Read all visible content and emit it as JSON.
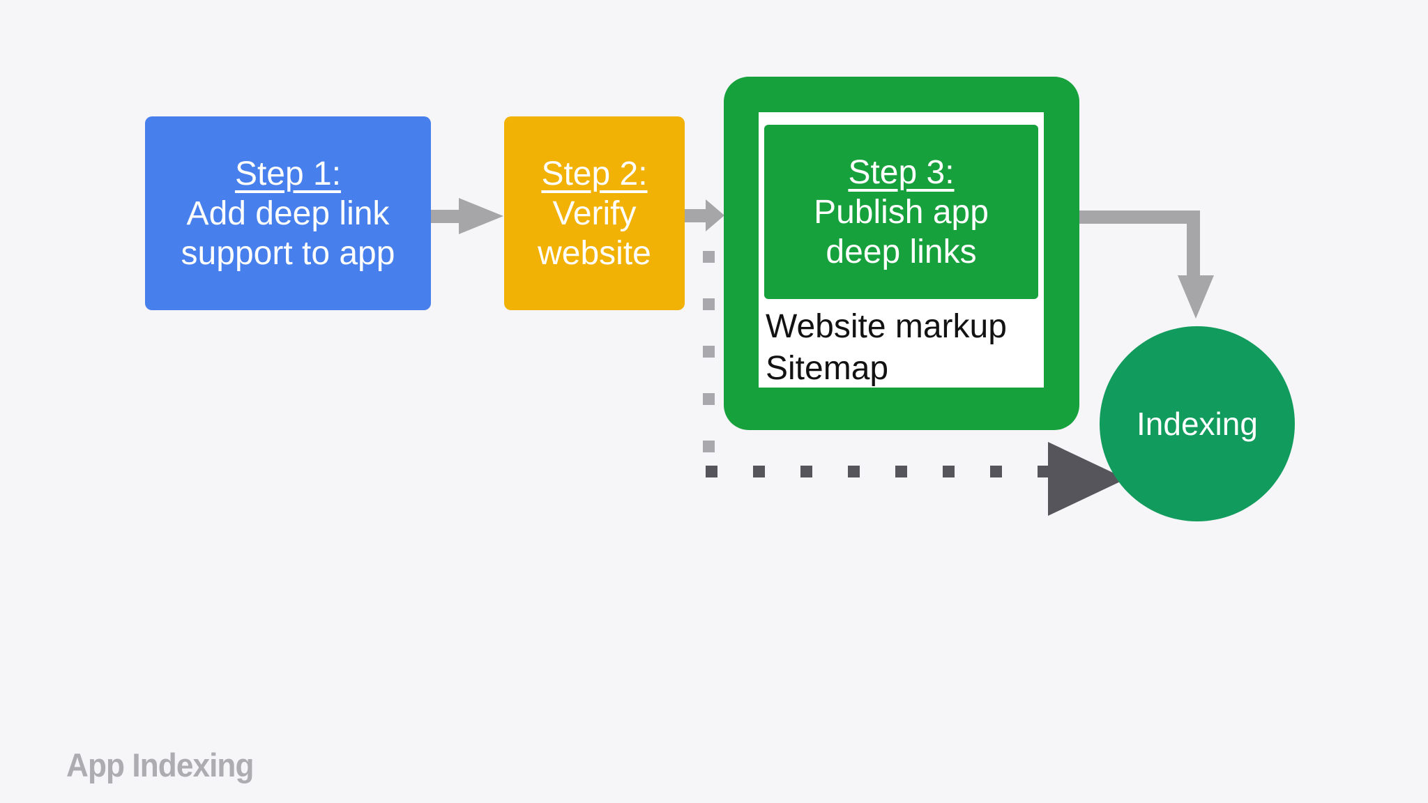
{
  "diagram": {
    "background_color": "#f6f6f9",
    "steps": [
      {
        "id": "step1",
        "title": "Step 1:",
        "lines": [
          "Add deep link",
          "support to app"
        ],
        "color": "#477fed",
        "text_color": "#ffffff"
      },
      {
        "id": "step2",
        "title": "Step 2:",
        "lines": [
          "Verify",
          "website"
        ],
        "color": "#f1b105",
        "text_color": "#ffffff"
      },
      {
        "id": "step3",
        "title": "Step 3:",
        "lines": [
          "Publish app",
          "deep links"
        ],
        "color": "#17a13c",
        "text_color": "#ffffff",
        "panel_color": "#ffffff",
        "details": [
          "Website markup",
          "Sitemap"
        ],
        "details_color": "#121212"
      }
    ],
    "result": {
      "label": "Indexing",
      "color": "#119c5d",
      "text_color": "#ffffff"
    },
    "connectors": {
      "solid_arrow_color": "#a6a6a8",
      "dotted_line_light_color": "#a9a9ad",
      "dotted_line_dark_color": "#56555c"
    },
    "caption": {
      "label": "App Indexing",
      "color": "#adadb1"
    }
  }
}
